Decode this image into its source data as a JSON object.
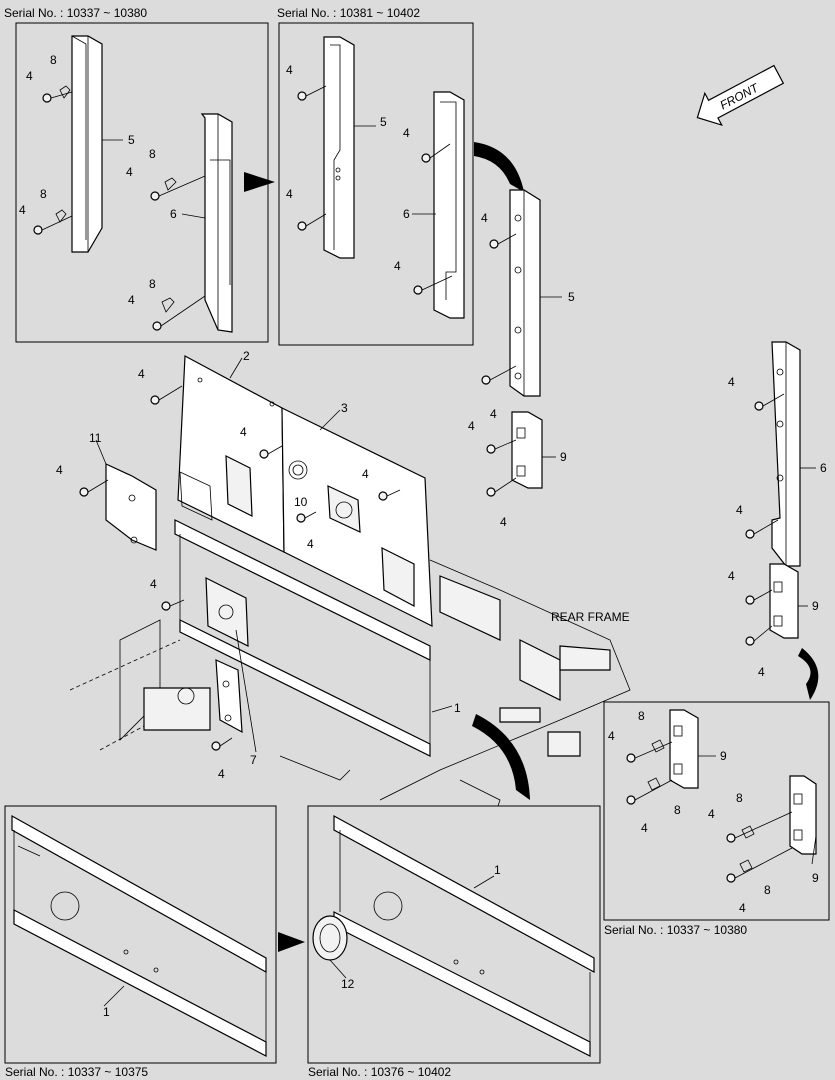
{
  "serials": {
    "top_left": "Serial No. : 10337 ~ 10380",
    "top_mid": "Serial No. : 10381 ~ 10402",
    "right": "Serial No. : 10337 ~ 10380",
    "bottom_left": "Serial No. : 10337 ~ 10375",
    "bottom_mid": "Serial No. : 10376 ~ 10402"
  },
  "front_label": "FRONT",
  "rear_frame_label": "REAR FRAME",
  "callouts": {
    "n1": "1",
    "n2": "2",
    "n3": "3",
    "n4": "4",
    "n5": "5",
    "n6": "6",
    "n7": "7",
    "n8": "8",
    "n9": "9",
    "n10": "10",
    "n11": "11",
    "n12": "12"
  }
}
